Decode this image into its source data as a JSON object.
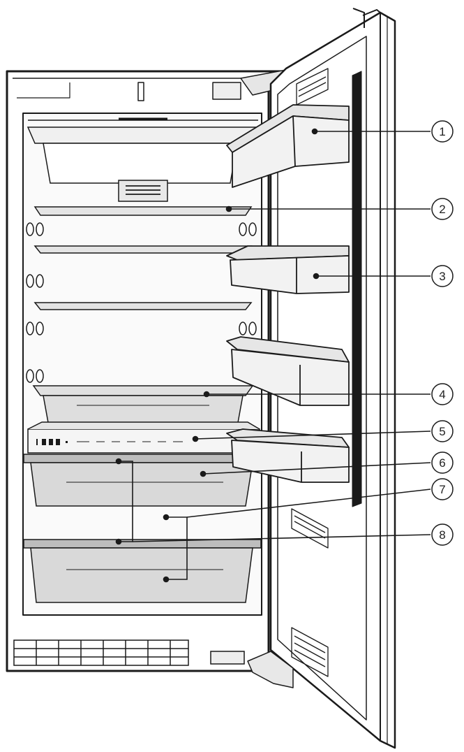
{
  "figure": {
    "kind": "refrigerator-interior-line-drawing",
    "stroke_color": "#1a1a1a",
    "fill_light": "#f2f2f2",
    "fill_mid": "#dcdcdc",
    "fill_dark": "#bdbdbd",
    "callouts": [
      {
        "id": "1",
        "label": "1"
      },
      {
        "id": "2",
        "label": "2"
      },
      {
        "id": "3",
        "label": "3"
      },
      {
        "id": "4",
        "label": "4"
      },
      {
        "id": "5",
        "label": "5"
      },
      {
        "id": "6",
        "label": "6"
      },
      {
        "id": "7",
        "label": "7"
      },
      {
        "id": "8",
        "label": "8"
      }
    ]
  }
}
